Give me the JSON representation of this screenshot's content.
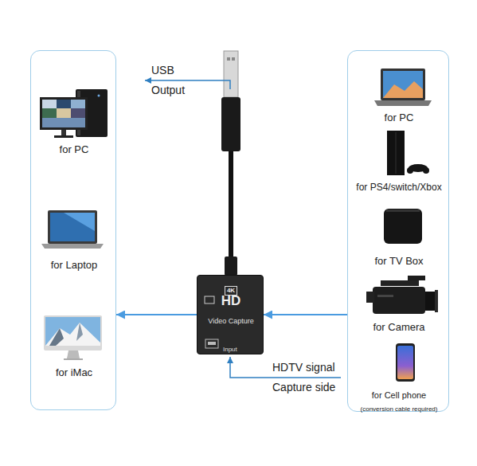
{
  "diagram": {
    "nodes": [
      {
        "text": [
          "for PC",
          "for Laptop",
          "for iMac"
        ]
      },
      {
        "text": [
          "4K",
          "HD",
          "Video Capture",
          "Input"
        ]
      },
      {
        "text": [
          "for PC",
          "for PS4/switch/Xbox",
          "for TV Box",
          "for Camera",
          "for Cell phone",
          "(conversion cable required)"
        ]
      }
    ],
    "edges": [
      {
        "from": 2,
        "to": 1,
        "arrow": "to"
      },
      {
        "from": 1,
        "to": 0,
        "arrow": "to"
      }
    ],
    "labels": [
      "USB Output",
      "HDTV signal Capture side"
    ]
  }
}
